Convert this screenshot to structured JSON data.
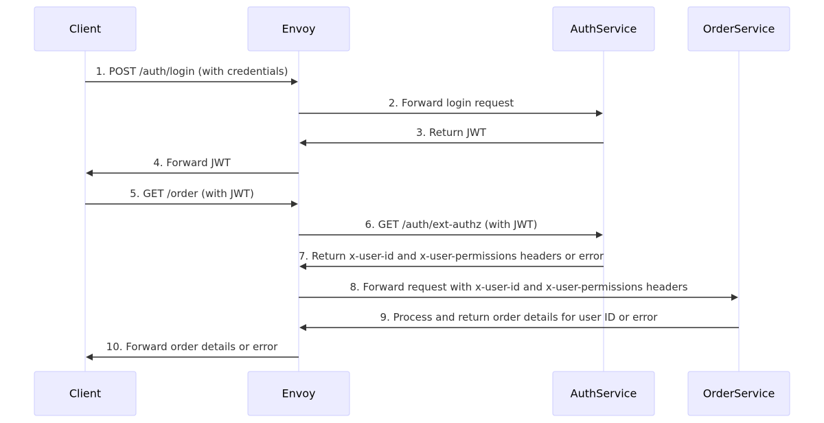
{
  "participants": [
    {
      "id": "client",
      "name": "Client"
    },
    {
      "id": "envoy",
      "name": "Envoy"
    },
    {
      "id": "auth",
      "name": "AuthService"
    },
    {
      "id": "order",
      "name": "OrderService"
    }
  ],
  "messages": [
    {
      "from": "client",
      "to": "envoy",
      "text": "1. POST /auth/login (with credentials)"
    },
    {
      "from": "envoy",
      "to": "auth",
      "text": "2. Forward login request"
    },
    {
      "from": "auth",
      "to": "envoy",
      "text": "3. Return JWT"
    },
    {
      "from": "envoy",
      "to": "client",
      "text": "4. Forward JWT"
    },
    {
      "from": "client",
      "to": "envoy",
      "text": "5. GET /order (with JWT)"
    },
    {
      "from": "envoy",
      "to": "auth",
      "text": "6. GET /auth/ext-authz (with JWT)"
    },
    {
      "from": "auth",
      "to": "envoy",
      "text": "7. Return x-user-id and x-user-permissions headers or error"
    },
    {
      "from": "envoy",
      "to": "order",
      "text": "8. Forward request with x-user-id and x-user-permissions headers"
    },
    {
      "from": "order",
      "to": "envoy",
      "text": "9. Process and return order details for user ID or error"
    },
    {
      "from": "envoy",
      "to": "client",
      "text": "10. Forward order details or error"
    }
  ]
}
